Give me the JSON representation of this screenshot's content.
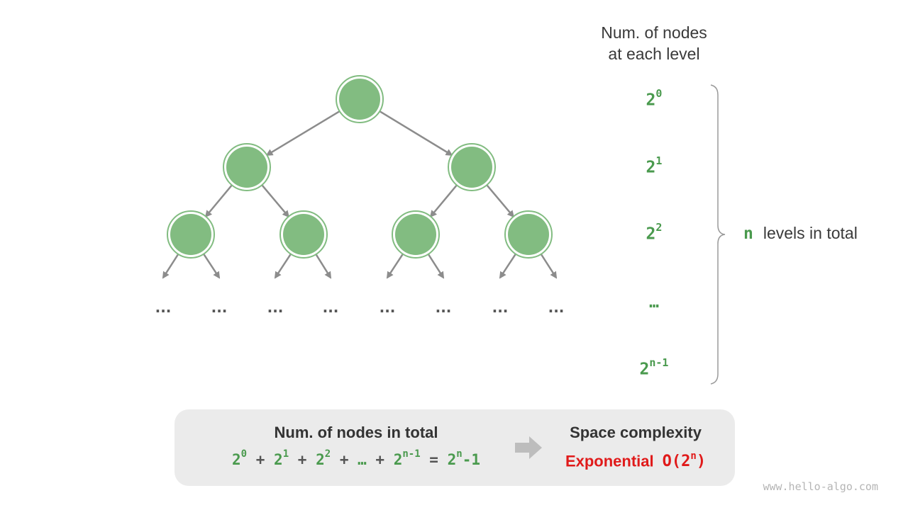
{
  "header": {
    "line1": "Num. of nodes",
    "line2": "at each level"
  },
  "level_counts": [
    {
      "base": "2",
      "exp": "0"
    },
    {
      "base": "2",
      "exp": "1"
    },
    {
      "base": "2",
      "exp": "2"
    },
    {
      "base": "…",
      "exp": ""
    },
    {
      "base": "2",
      "exp": "n-1"
    }
  ],
  "leaf_ellipsis": "...",
  "levels_note": {
    "var": "n",
    "text": "levels in total"
  },
  "summary": {
    "left_title": "Num. of nodes in total",
    "formula_terms": [
      {
        "base": "2",
        "exp": "0"
      },
      {
        "base": "2",
        "exp": "1"
      },
      {
        "base": "2",
        "exp": "2"
      },
      {
        "base": "…",
        "exp": ""
      },
      {
        "base": "2",
        "exp": "n-1"
      }
    ],
    "plus": "+",
    "equals": "=",
    "result": {
      "base": "2",
      "exp": "n",
      "suffix": "-1"
    },
    "right_title": "Space complexity",
    "complexity_label": "Exponential",
    "complexity_formula": {
      "prefix": "O(2",
      "exp": "n",
      "suffix": ")"
    }
  },
  "watermark": "www.hello-algo.com",
  "colors": {
    "node_fill": "#82bc81",
    "node_ring": "#82bc81",
    "edge": "#8c8c8c",
    "accent_green": "#4a9a4e",
    "accent_red": "#e01a1a",
    "box_bg": "#ebebeb"
  }
}
